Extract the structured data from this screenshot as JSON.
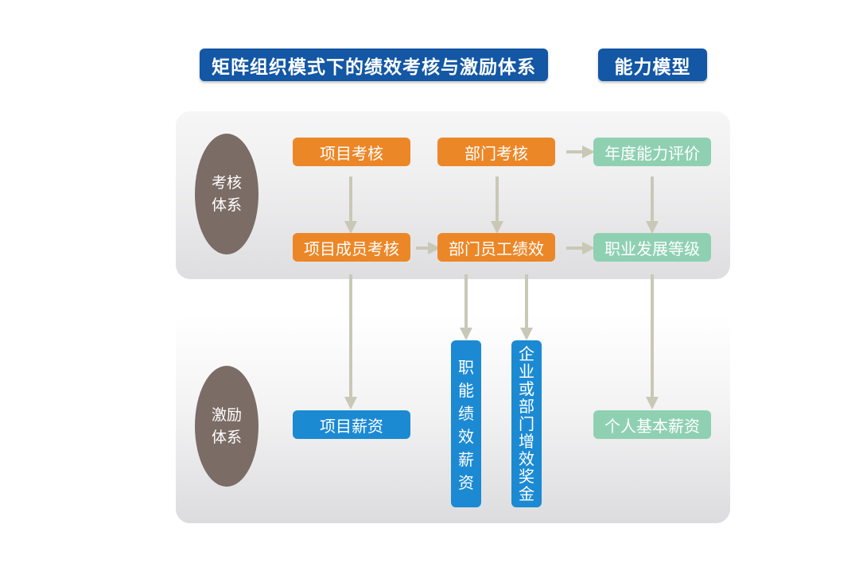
{
  "headers": {
    "main_title": "矩阵组织模式下的绩效考核与激励体系",
    "side_title": "能力模型"
  },
  "assessment_system": {
    "label_line1": "考核",
    "label_line2": "体系",
    "project_assessment": "项目考核",
    "dept_assessment": "部门考核",
    "annual_ability_eval": "年度能力评价",
    "project_member_assessment": "项目成员考核",
    "dept_staff_performance": "部门员工绩效",
    "career_level": "职业发展等级"
  },
  "incentive_system": {
    "label_line1": "激励",
    "label_line2": "体系",
    "project_salary": "项目薪资",
    "functional_performance_salary": [
      "职",
      "能",
      "绩",
      "效",
      "薪",
      "资"
    ],
    "enterprise_bonus": [
      "企",
      "业",
      "或",
      "部",
      "门",
      "增",
      "效",
      "奖",
      "金"
    ],
    "basic_salary": "个人基本薪资"
  },
  "colors": {
    "header": "#1357a5",
    "orange": "#ec8728",
    "green": "#8fd0b3",
    "blue": "#1c8ad3",
    "ellipse": "#7b6c66",
    "arrow": "#c9c8b6"
  }
}
